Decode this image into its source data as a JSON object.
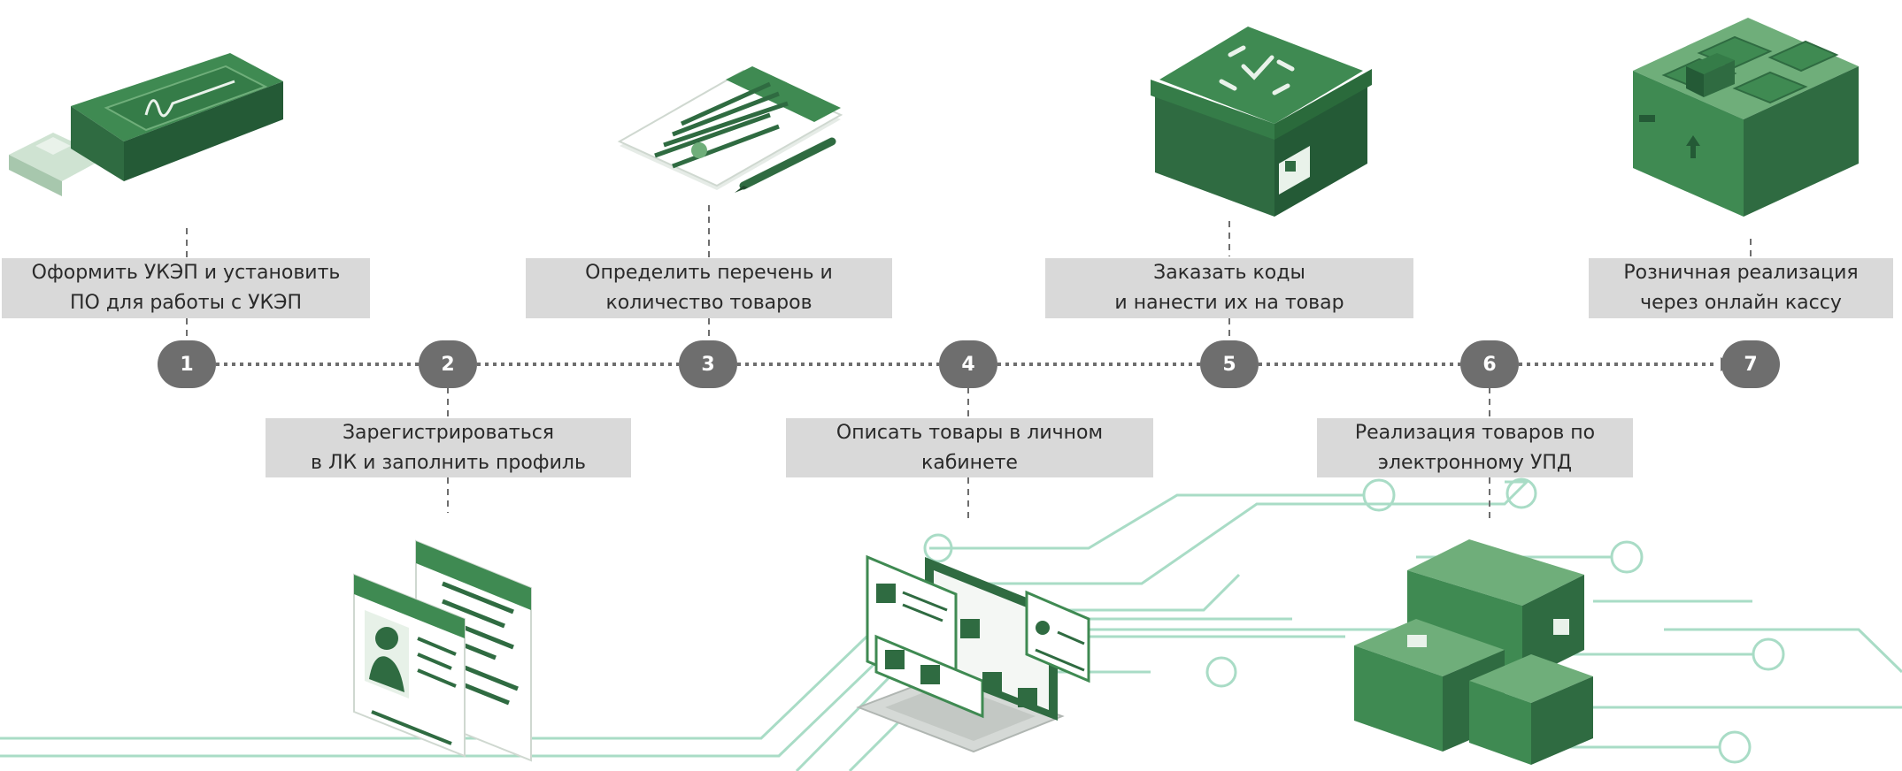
{
  "steps": [
    {
      "num": "1",
      "line1": "Оформить УКЭП и установить",
      "line2": "ПО для работы с УКЭП"
    },
    {
      "num": "2",
      "line1": "Зарегистрироваться",
      "line2": "в ЛК и заполнить профиль"
    },
    {
      "num": "3",
      "line1": "Определить перечень и",
      "line2": "количество товаров"
    },
    {
      "num": "4",
      "line1": "Описать товары в личном",
      "line2": "кабинете"
    },
    {
      "num": "5",
      "line1": "Заказать коды",
      "line2": "и нанести их на товар"
    },
    {
      "num": "6",
      "line1": "Реализация товаров по",
      "line2": "электронному УПД"
    },
    {
      "num": "7"
    }
  ],
  "final_label": {
    "line1": "Розничная реализация",
    "line2": "через онлайн кассу"
  },
  "colors": {
    "node": "#6e6e6e",
    "label_bg": "#d9d9d9",
    "green_dark": "#2f6b41",
    "green": "#3f8a52",
    "green_light": "#6fae7a",
    "circuit": "#a9dcc6"
  },
  "icons": [
    "usb-token-icon",
    "profile-forms-icon",
    "document-pen-icon",
    "laptop-screens-icon",
    "box-datamatrix-icon",
    "boxes-stack-icon",
    "box-crate-icon"
  ]
}
